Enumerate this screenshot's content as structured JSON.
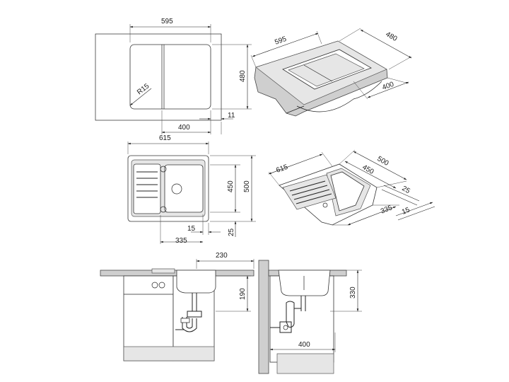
{
  "colors": {
    "line": "#222222",
    "fill_gray": "#cfcfcf",
    "fill_light": "#e6e6e6",
    "background": "#ffffff"
  },
  "view1_top": {
    "width_label": "595",
    "depth_label": "480",
    "radius_label": "R15",
    "offset_label": "400",
    "edge_label": "11"
  },
  "view1_iso": {
    "width_label": "595",
    "depth_label": "480",
    "offset_label": "400"
  },
  "view2_top": {
    "width_label": "615",
    "inner_depth_label": "450",
    "outer_depth_label": "500",
    "edge_label": "15",
    "bottom_label": "25",
    "offset_label": "335"
  },
  "view2_iso": {
    "width_label": "615",
    "depth_label": "500",
    "inner_label": "450",
    "edge1_label": "25",
    "offset_label": "335",
    "edge2_label": "15"
  },
  "section_front": {
    "width_label": "230",
    "depth_label": "190"
  },
  "section_side": {
    "depth_label": "330",
    "offset_label": "400"
  }
}
